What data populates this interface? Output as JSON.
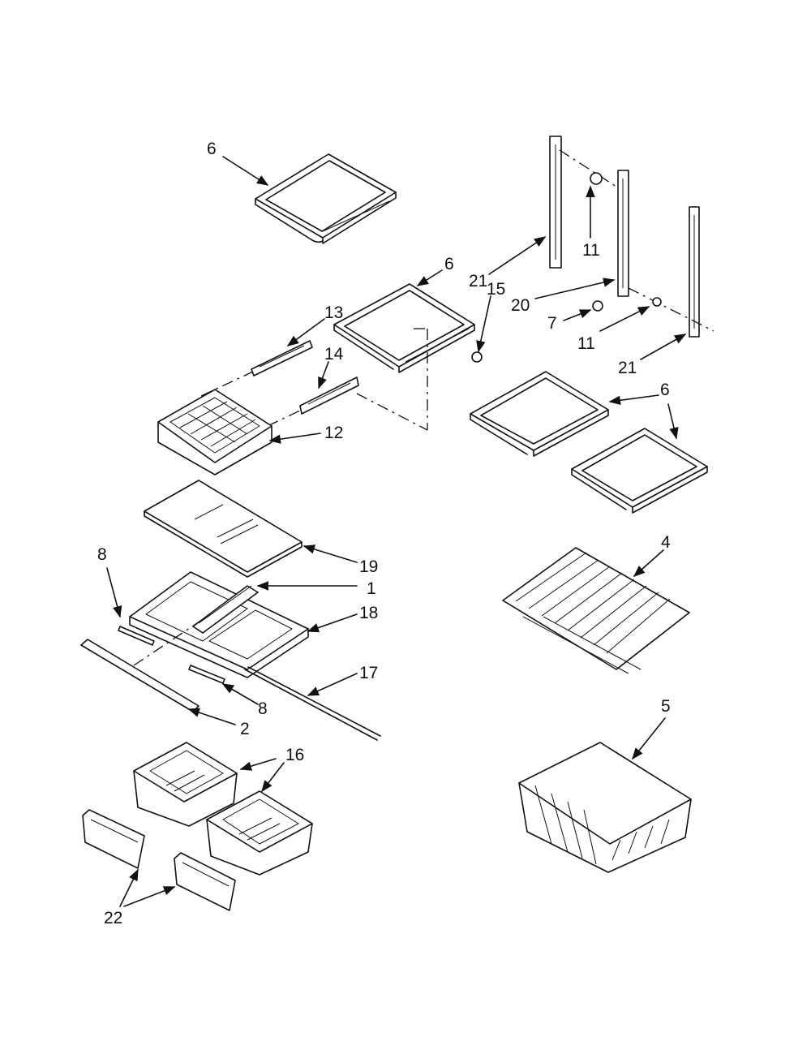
{
  "diagram": {
    "callouts": [
      "6",
      "6",
      "13",
      "14",
      "15",
      "12",
      "21",
      "11",
      "20",
      "7",
      "11",
      "21",
      "6",
      "19",
      "8",
      "1",
      "18",
      "17",
      "8",
      "2",
      "4",
      "16",
      "5",
      "22"
    ]
  },
  "colors": {
    "ink": "#111111",
    "paper": "#ffffff"
  }
}
